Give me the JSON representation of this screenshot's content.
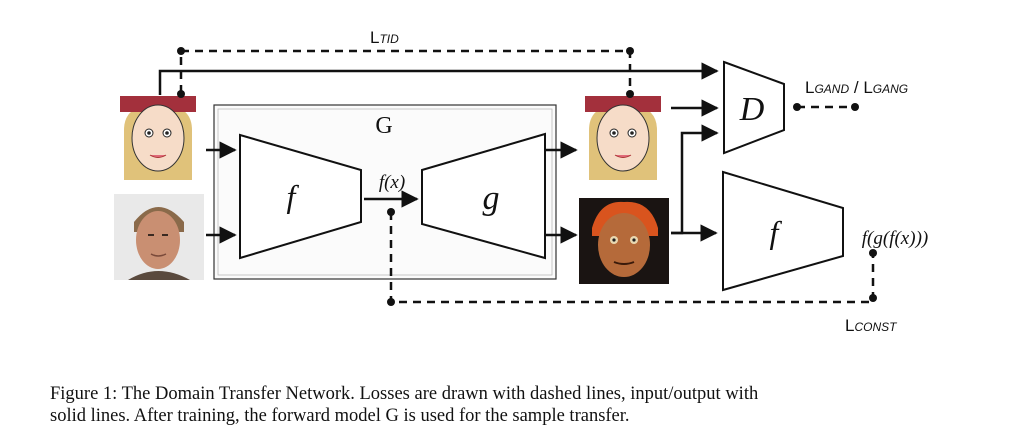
{
  "diagram": {
    "g_box_label": "G",
    "encoder_label": "f",
    "decoder_label": "g",
    "discriminator_label": "D",
    "encoder2_label": "f",
    "fx_label": "f(x)",
    "fgfx_label": "f(g(f(x)))",
    "ltid": {
      "main": "L",
      "sub": "TID"
    },
    "lgan": {
      "main1": "L",
      "sub1": "GAND",
      "sep": " / ",
      "main2": "L",
      "sub2": "GANG"
    },
    "lconst": {
      "main": "L",
      "sub": "CONST"
    }
  },
  "caption": {
    "line1": "Figure 1: The Domain Transfer Network. Losses are drawn with dashed lines, input/output with",
    "line2": "solid lines. After training, the forward model G is used for the sample transfer."
  },
  "colors": {
    "line": "#111111",
    "hat": "#a3303c",
    "hair_blonde": "#e0c27a",
    "skin_emoji": "#f6dcc8",
    "hair_orange": "#d9541e",
    "skin_orange": "#b56a3a",
    "photo_bg": "#e9e9e9",
    "photo_skin": "#c98f72"
  }
}
